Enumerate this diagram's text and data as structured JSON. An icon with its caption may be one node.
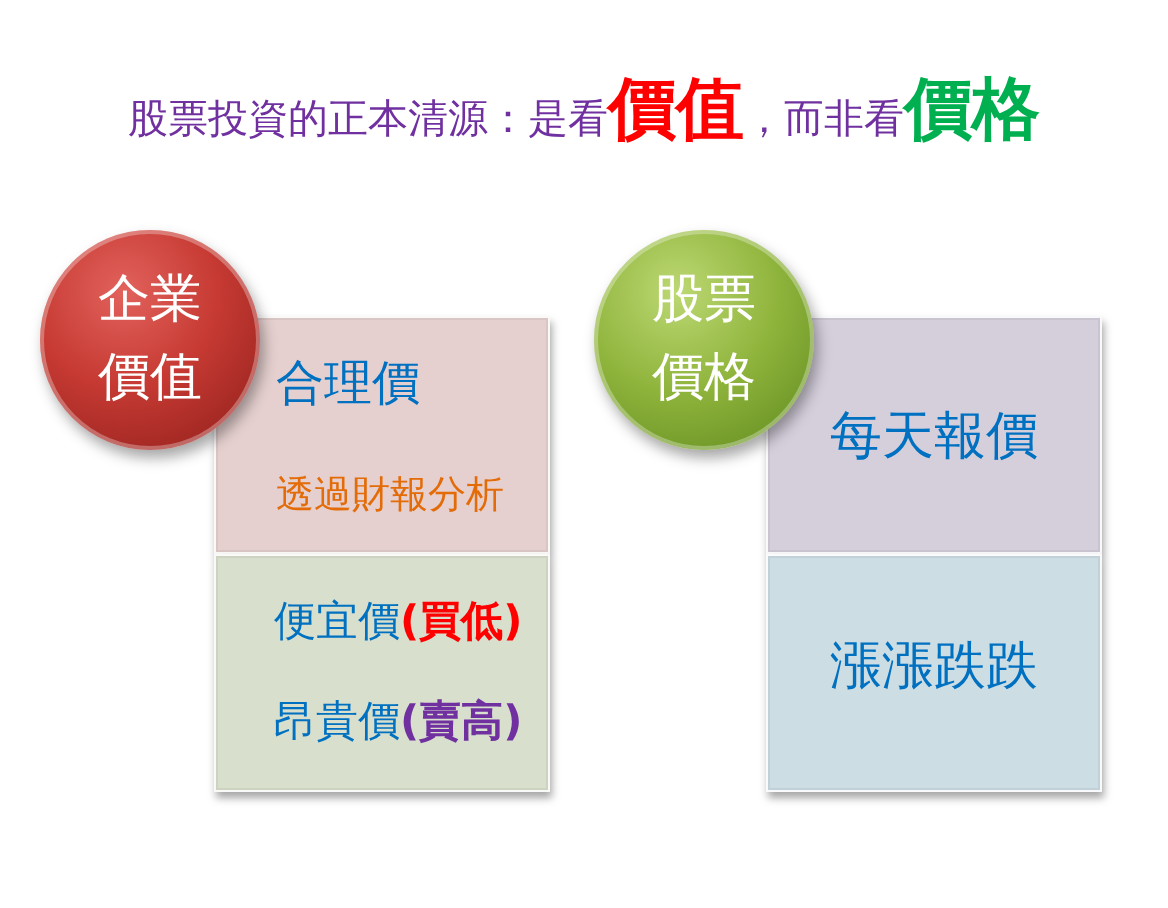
{
  "diagram": {
    "title": "股票投資的正本清源：是看**價值**，而非看**價格**",
    "nodes": [
      {
        "text": [
          "企業價值"
        ]
      },
      {
        "text": [
          "合理價",
          "透過財報分析"
        ]
      },
      {
        "text": [
          "便宜價**(買低)**",
          "昂貴價**(賣高)**"
        ]
      },
      {
        "text": [
          "股票價格"
        ]
      },
      {
        "text": [
          "每天報價"
        ]
      },
      {
        "text": [
          "漲漲跌跌"
        ]
      }
    ]
  }
}
